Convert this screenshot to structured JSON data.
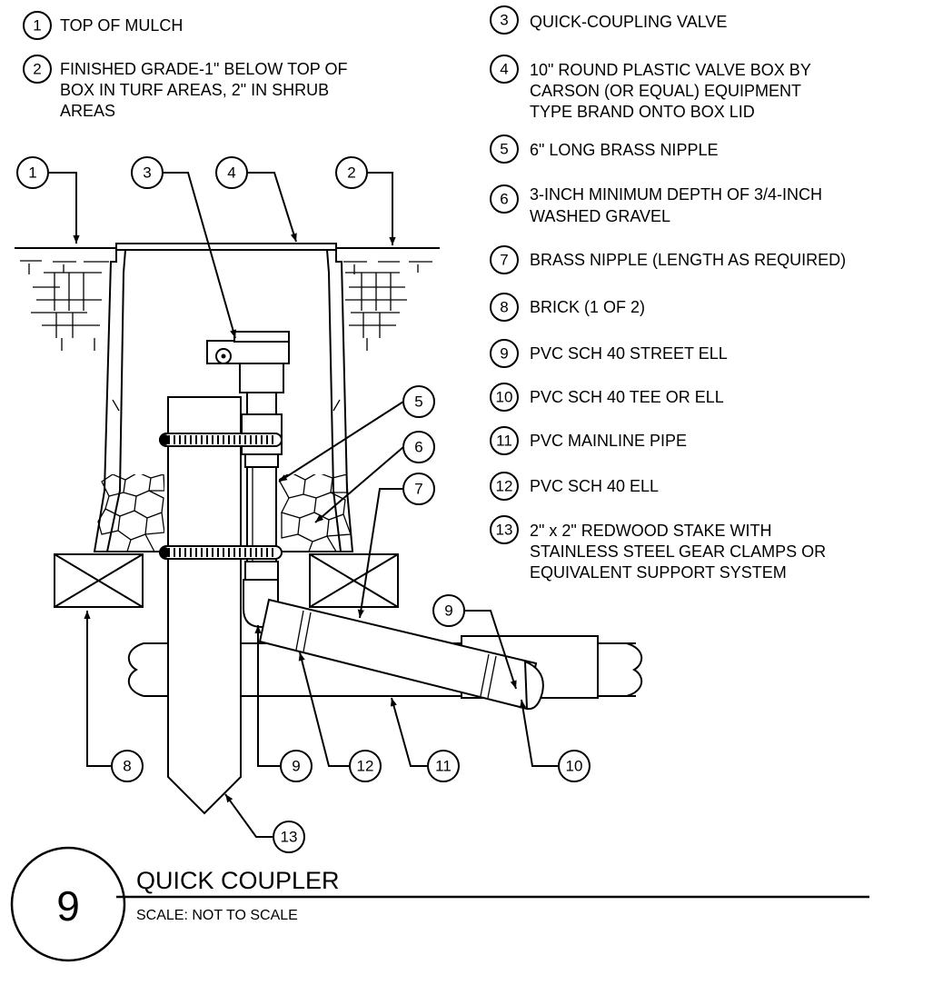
{
  "detail": {
    "number": "9",
    "title": "QUICK COUPLER",
    "scale": "SCALE: NOT TO SCALE"
  },
  "legend": [
    {
      "num": "1",
      "lines": [
        "TOP OF MULCH"
      ]
    },
    {
      "num": "2",
      "lines": [
        "FINISHED GRADE-1\" BELOW TOP OF",
        "BOX IN TURF AREAS, 2\" IN SHRUB",
        "AREAS"
      ]
    },
    {
      "num": "3",
      "lines": [
        "QUICK-COUPLING VALVE"
      ]
    },
    {
      "num": "4",
      "lines": [
        "10\" ROUND PLASTIC VALVE BOX BY",
        "CARSON (OR EQUAL) EQUIPMENT",
        "TYPE BRAND ONTO BOX LID"
      ]
    },
    {
      "num": "5",
      "lines": [
        "6\" LONG BRASS NIPPLE"
      ]
    },
    {
      "num": "6",
      "lines": [
        "3-INCH MINIMUM DEPTH OF 3/4-INCH",
        "WASHED GRAVEL"
      ]
    },
    {
      "num": "7",
      "lines": [
        "BRASS NIPPLE (LENGTH AS REQUIRED)"
      ]
    },
    {
      "num": "8",
      "lines": [
        "BRICK (1 OF 2)"
      ]
    },
    {
      "num": "9",
      "lines": [
        "PVC SCH 40 STREET ELL"
      ]
    },
    {
      "num": "10",
      "lines": [
        "PVC SCH 40 TEE OR ELL"
      ]
    },
    {
      "num": "11",
      "lines": [
        "PVC MAINLINE PIPE"
      ]
    },
    {
      "num": "12",
      "lines": [
        "PVC SCH 40 ELL"
      ]
    },
    {
      "num": "13",
      "lines": [
        "2\" x 2\" REDWOOD STAKE WITH",
        "STAINLESS STEEL GEAR CLAMPS OR",
        "EQUIVALENT SUPPORT SYSTEM"
      ]
    }
  ],
  "callouts": [
    {
      "num": "1"
    },
    {
      "num": "3"
    },
    {
      "num": "4"
    },
    {
      "num": "2"
    },
    {
      "num": "5"
    },
    {
      "num": "6"
    },
    {
      "num": "7"
    },
    {
      "num": "9"
    },
    {
      "num": "8"
    },
    {
      "num": "9"
    },
    {
      "num": "12"
    },
    {
      "num": "11"
    },
    {
      "num": "10"
    },
    {
      "num": "13"
    }
  ]
}
